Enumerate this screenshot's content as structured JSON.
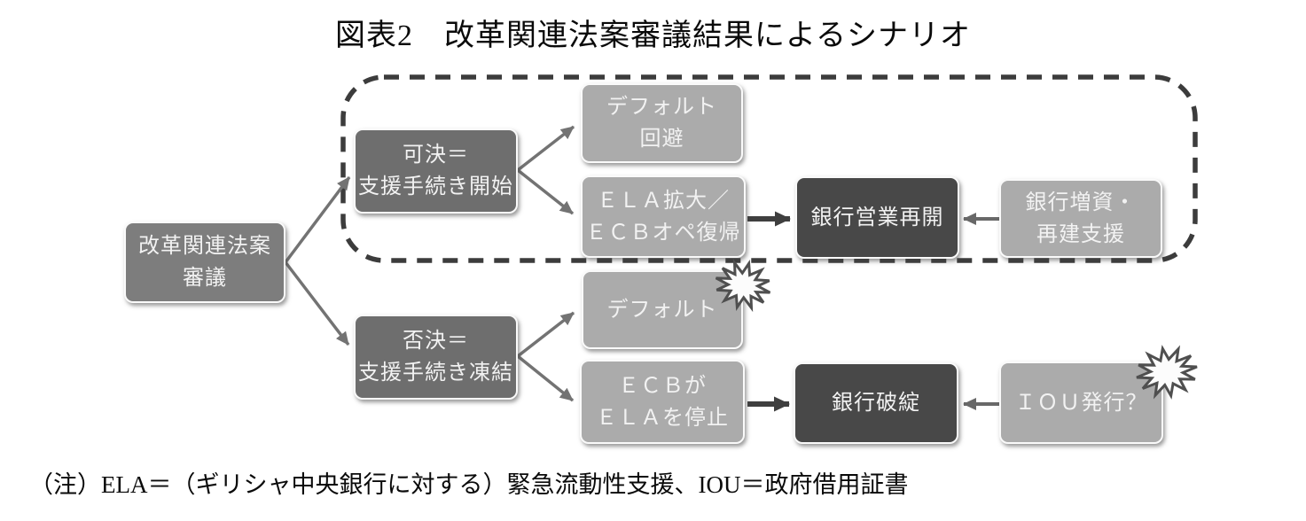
{
  "figure": {
    "title": "図表2　改革関連法案審議結果によるシナリオ",
    "note": "（注）ELA＝（ギリシャ中央銀行に対する）緊急流動性支援、IOU＝政府借用証書"
  },
  "nodes": {
    "bill_deliberation": {
      "line1": "改革関連法案",
      "line2": "審議"
    },
    "approval": {
      "line1": "可決＝",
      "line2": "支援手続き開始"
    },
    "default_avoidance": {
      "line1": "デフォルト",
      "line2": "回避"
    },
    "ela_expansion": {
      "line1": "ＥＬＡ拡大／",
      "line2": "ＥＣＢオペ復帰"
    },
    "bank_business_resume": {
      "line1": "銀行営業再開"
    },
    "bank_recapitalization": {
      "line1": "銀行増資・",
      "line2": "再建支援"
    },
    "rejection": {
      "line1": "否決＝",
      "line2": "支援手続き凍結"
    },
    "default_event": {
      "line1": "デフォルト"
    },
    "ecb_ela_stop": {
      "line1": "ＥＣＢが",
      "line2": "ＥＬＡを停止"
    },
    "bank_failure": {
      "line1": "銀行破綻"
    },
    "iou_issuance": {
      "line1": "ＩＯＵ発行？"
    }
  },
  "colors": {
    "box_dark": "#484848",
    "box_medium": "#6e6e6e",
    "box_medium_light": "#7d7d7d",
    "box_light": "#ababab",
    "box_text": "#f2f2f2",
    "dashed_outline": "#3c3c3c",
    "arrow_diagonal": "#737373",
    "arrow_thick": "#3f3f3f",
    "arrow_mid": "#686868",
    "burst_fill": "#fcfcfc",
    "burst_stroke": "#4f4f4f"
  }
}
